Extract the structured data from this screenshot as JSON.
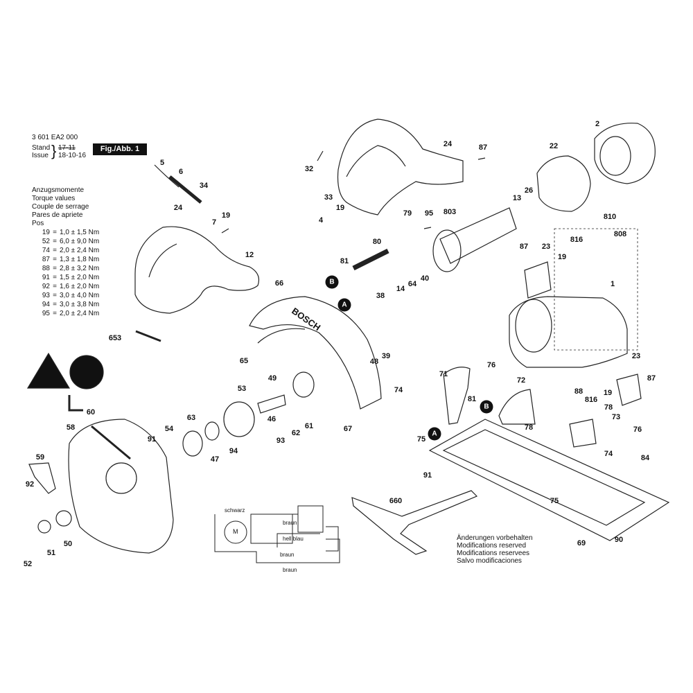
{
  "header": {
    "part_number": "3 601 EA2 000",
    "stand_label": "Stand",
    "stand_value": "17-11",
    "issue_label": "Issue",
    "issue_value": "18-10-16",
    "figure_label": "Fig./Abb. 1"
  },
  "torque": {
    "titles": [
      "Anzugsmomente",
      "Torque values",
      "Couple de serrage",
      "Pares de apriete",
      "Pos"
    ],
    "rows": [
      {
        "pos": "19",
        "eq": "=",
        "value": "1,0 ± 1,5 Nm"
      },
      {
        "pos": "52",
        "eq": "=",
        "value": "6,0 ± 9,0 Nm"
      },
      {
        "pos": "74",
        "eq": "=",
        "value": "2,0 ± 2,4 Nm"
      },
      {
        "pos": "87",
        "eq": "=",
        "value": "1,3 ± 1,8 Nm"
      },
      {
        "pos": "88",
        "eq": "=",
        "value": "2,8 ± 3,2 Nm"
      },
      {
        "pos": "91",
        "eq": "=",
        "value": "1,5 ± 2,0 Nm"
      },
      {
        "pos": "92",
        "eq": "=",
        "value": "1,6 ± 2,0 Nm"
      },
      {
        "pos": "93",
        "eq": "=",
        "value": "3,0 ± 4,0 Nm"
      },
      {
        "pos": "94",
        "eq": "=",
        "value": "3,0 ± 3,8 Nm"
      },
      {
        "pos": "95",
        "eq": "=",
        "value": "2,0 ± 2,4 Nm"
      }
    ]
  },
  "modifications": [
    "Änderungen vorbehalten",
    "Modifications reserved",
    "Modifications reservees",
    "Salvo modificaciones"
  ],
  "wiring": {
    "schwarz": "schwarz",
    "braun_top": "braun",
    "hell_blau": "hell blau",
    "braun_mid": "braun",
    "braun_bottom": "braun",
    "motor": "M"
  },
  "brand_on_guard": "BOSCH",
  "markers": {
    "a": "A",
    "b": "B"
  },
  "callouts": {
    "c2": "2",
    "c22": "22",
    "c24a": "24",
    "c87a": "87",
    "c32": "32",
    "c33": "33",
    "c19a": "19",
    "c4": "4",
    "c5": "5",
    "c6": "6",
    "c34": "34",
    "c7": "7",
    "c19b": "19",
    "c24b": "24",
    "c12": "12",
    "c79": "79",
    "c95": "95",
    "c803": "803",
    "c13": "13",
    "c26": "26",
    "c810": "810",
    "c808": "808",
    "c80": "80",
    "c81a": "81",
    "c14": "14",
    "c64": "64",
    "c40": "40",
    "c87b": "87",
    "c23a": "23",
    "c816a": "816",
    "c19c": "19",
    "c1": "1",
    "c66": "66",
    "c38": "38",
    "c653": "653",
    "c48": "48",
    "c39": "39",
    "c65": "65",
    "c49": "49",
    "c53": "53",
    "c71": "71",
    "c76a": "76",
    "c72": "72",
    "c74a": "74",
    "c81b": "81",
    "c88": "88",
    "c816b": "816",
    "c78a": "78",
    "c19d": "19",
    "c23b": "23",
    "c87c": "87",
    "c60": "60",
    "c58": "58",
    "c63": "63",
    "c54": "54",
    "c91a": "91",
    "c47": "47",
    "c94": "94",
    "c46": "46",
    "c93": "93",
    "c62": "62",
    "c61": "61",
    "c67": "67",
    "c75a": "75",
    "c78b": "78",
    "c73": "73",
    "c76b": "76",
    "c74b": "74",
    "c84": "84",
    "c59": "59",
    "c92": "92",
    "c91b": "91",
    "c660": "660",
    "c75b": "75",
    "c69": "69",
    "c90": "90",
    "c51": "51",
    "c50": "50",
    "c52": "52"
  }
}
